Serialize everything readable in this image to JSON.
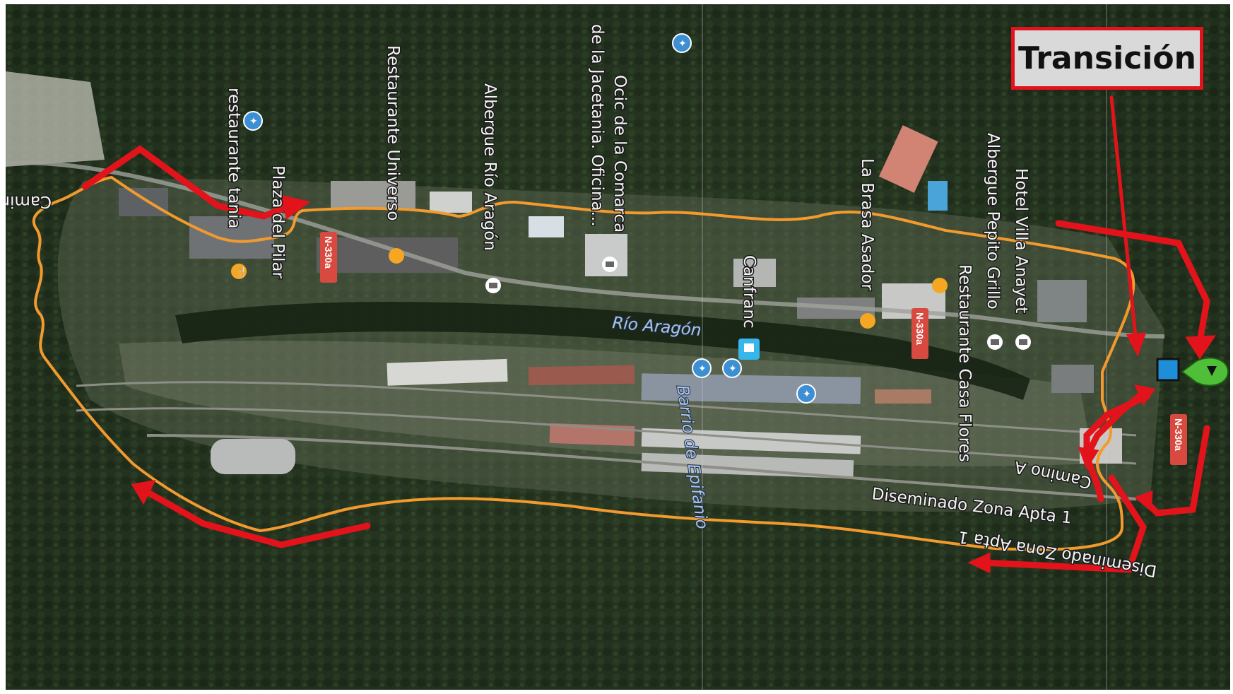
{
  "map": {
    "annotation": {
      "label": "Transición",
      "border_color": "#e3131b",
      "background": "#d9d9d9"
    },
    "route_color": "#f29a2e",
    "arrow_color": "#e3131b",
    "marker_color": "#36b6ec",
    "labels": {
      "camino_left": "Camin",
      "restaurante_tania": "restaurante tania",
      "plaza_del_pilar": "Plaza del Pilar",
      "restaurante_universo": "Restaurante Universo",
      "albergue_rio_aragon": "Albergue Río Aragón",
      "ocic": "Ocic de la Comarca de la Jacetania. Oficina...",
      "canfranc": "Canfranc",
      "rio_aragon": "Río Aragón",
      "barrio_epifanio": "Barrio de Epifanio",
      "la_brasa_asador": "La Brasa Asador",
      "albergue_pepito_grillo": "Albergue Pepito Grillo",
      "hotel_villa_anayet": "Hotel Villa Anayet",
      "restaurante_casa_flores": "Restaurante Casa Flores",
      "camino_a": "Camino A",
      "diseminado_zona_apta_1": "Diseminado Zona Apta 1",
      "diseminado_zona_apta_rev": "Diseminado Zona Apta 1"
    },
    "road_shields": [
      "N-330a",
      "N-330a",
      "N-330a"
    ],
    "icons": [
      "restaurant-icon",
      "hotel-icon",
      "tourist-info-icon",
      "train-station-icon",
      "start-marker-icon",
      "transition-point-icon"
    ]
  }
}
